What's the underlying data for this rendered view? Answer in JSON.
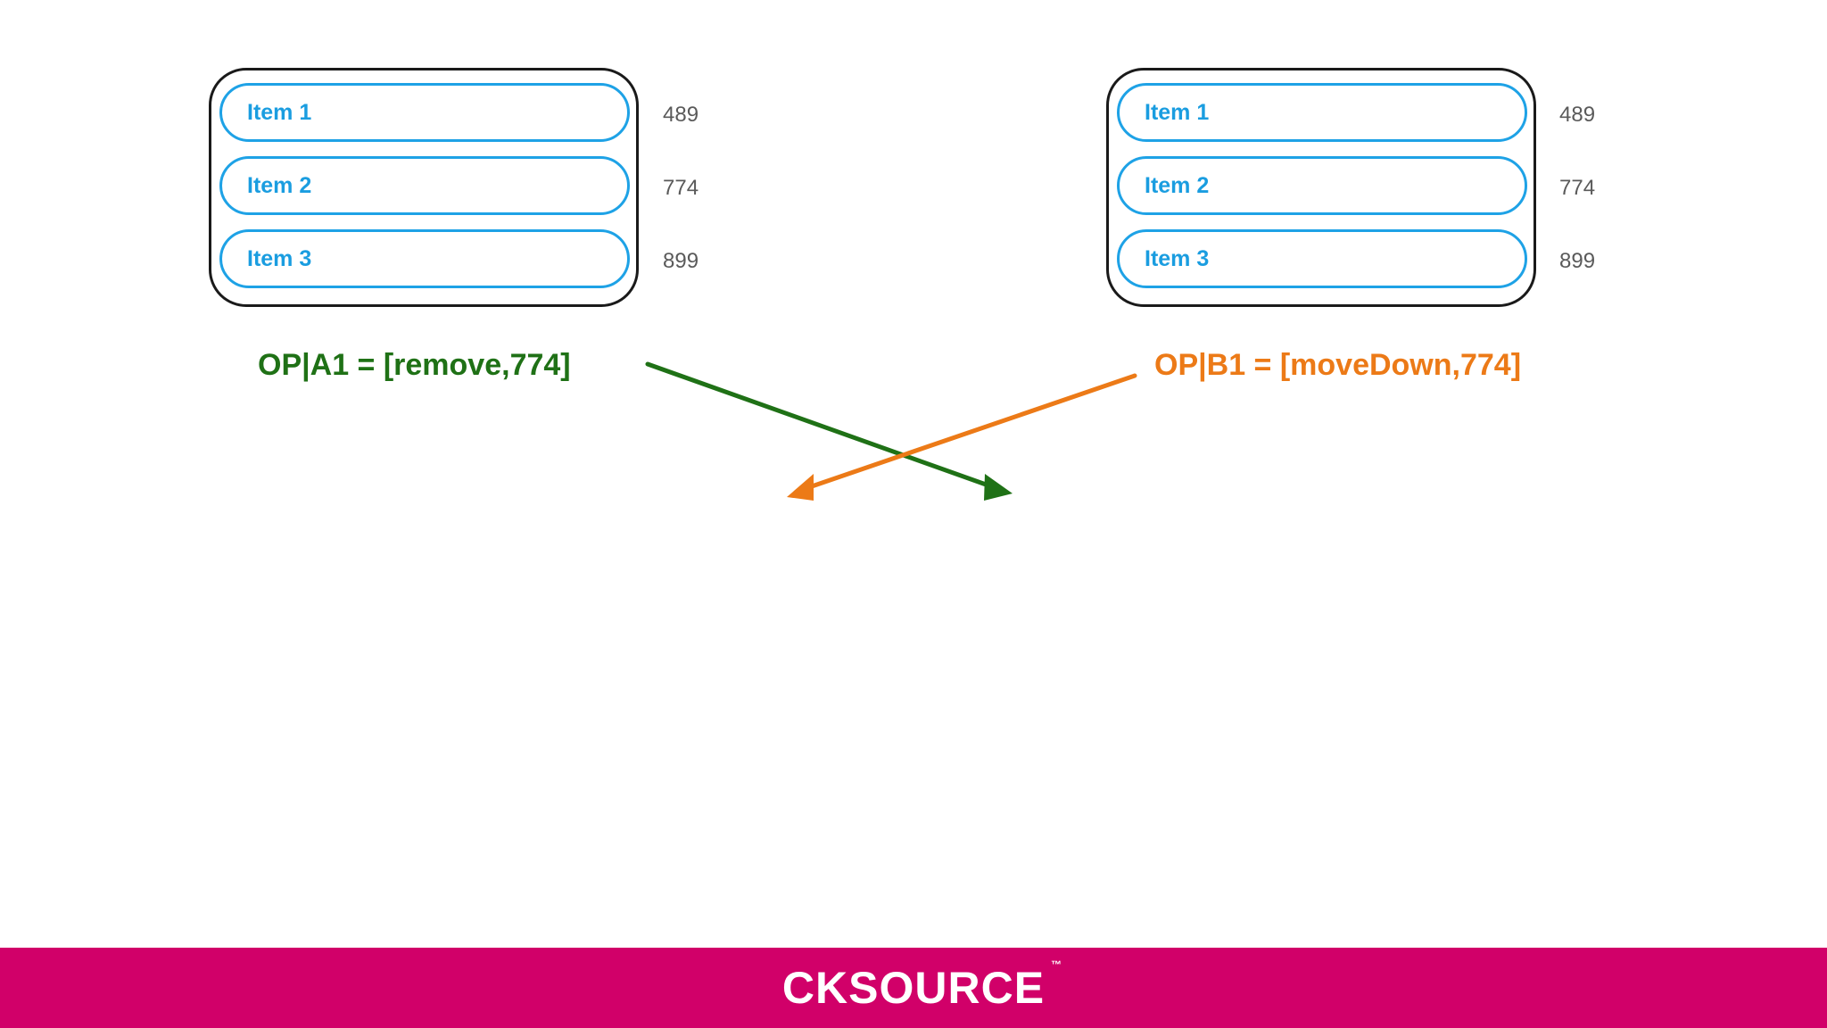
{
  "left_list": {
    "items": [
      "Item 1",
      "Item 2",
      "Item 3"
    ],
    "ids": [
      "489",
      "774",
      "899"
    ]
  },
  "right_list": {
    "items": [
      "Item 1",
      "Item 2",
      "Item 3"
    ],
    "ids": [
      "489",
      "774",
      "899"
    ]
  },
  "operations": {
    "a": "OP|A1 = [remove,774]",
    "b": "OP|B1 = [moveDown,774]"
  },
  "colors": {
    "item_blue": "#1ea2e6",
    "op_a_green": "#1f7116",
    "op_b_orange": "#ec7a17",
    "footer_magenta": "#d10069"
  },
  "footer": {
    "logo": "CKSOURCE",
    "trademark": "™"
  }
}
